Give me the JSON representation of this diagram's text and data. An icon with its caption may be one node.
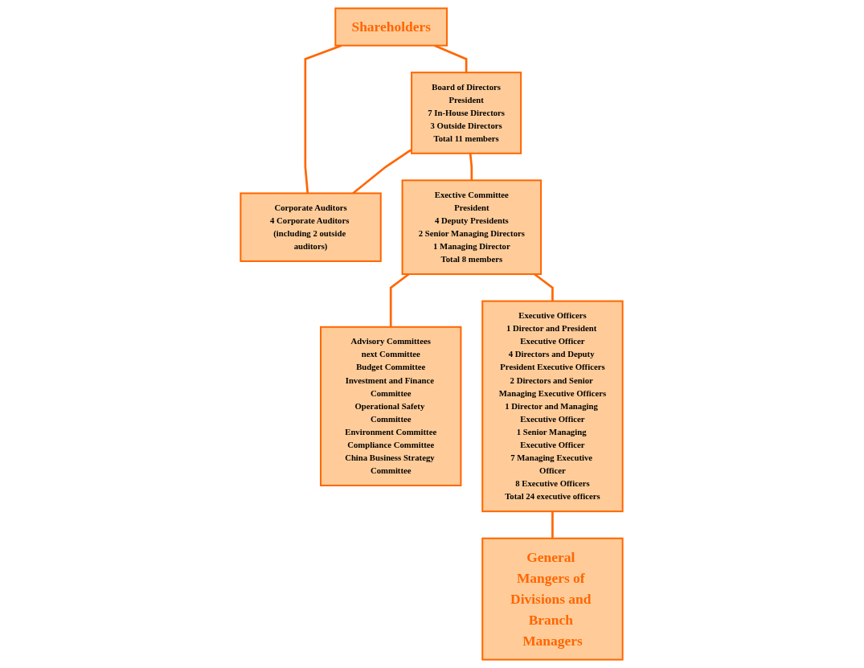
{
  "diagram": {
    "nodes": [
      {
        "text": [
          "Shareholders"
        ]
      },
      {
        "text": [
          "Board of Directors",
          "President",
          "7 In-House Directors",
          "3 Outside Directors",
          "Total 11 members"
        ]
      },
      {
        "text": [
          "Corporate Auditors",
          "4 Corporate Auditors (including 2 outside auditors)"
        ]
      },
      {
        "text": [
          "Exective Committee",
          "President",
          "4 Deputy Presidents",
          "2 Senior Managing Directors",
          "1 Managing Director",
          "Total 8 members"
        ]
      },
      {
        "text": [
          "Advisory Committees",
          "next Committee",
          "Budget Committee",
          "Investment and Finance Committee",
          "Operational Safety Committee",
          "Environment Committee",
          "Compliance Committee",
          "China Business Strategy Committee"
        ]
      },
      {
        "text": [
          "Executive Officers",
          "1 Director and President Executive Officer",
          "4 Directors and Deputy President Executive Officers",
          "2 Directors and Senior Managing Executive Officers",
          "1 Director and Managing Executive Officer",
          "1 Senior Managing Executive Officer",
          "7 Managing Executive Officer",
          "8 Executive Officers",
          "Total 24 executive officers"
        ]
      },
      {
        "text": [
          "General Mangers of Divisions and Branch Managers"
        ]
      }
    ],
    "edges": [
      {
        "from": 0,
        "to": 1,
        "arrow": "none"
      },
      {
        "from": 0,
        "to": 2,
        "arrow": "none"
      },
      {
        "from": 1,
        "to": 2,
        "arrow": "none"
      },
      {
        "from": 1,
        "to": 3,
        "arrow": "none"
      },
      {
        "from": 3,
        "to": 4,
        "arrow": "none"
      },
      {
        "from": 3,
        "to": 5,
        "arrow": "none"
      },
      {
        "from": 5,
        "to": 6,
        "arrow": "none"
      }
    ]
  }
}
